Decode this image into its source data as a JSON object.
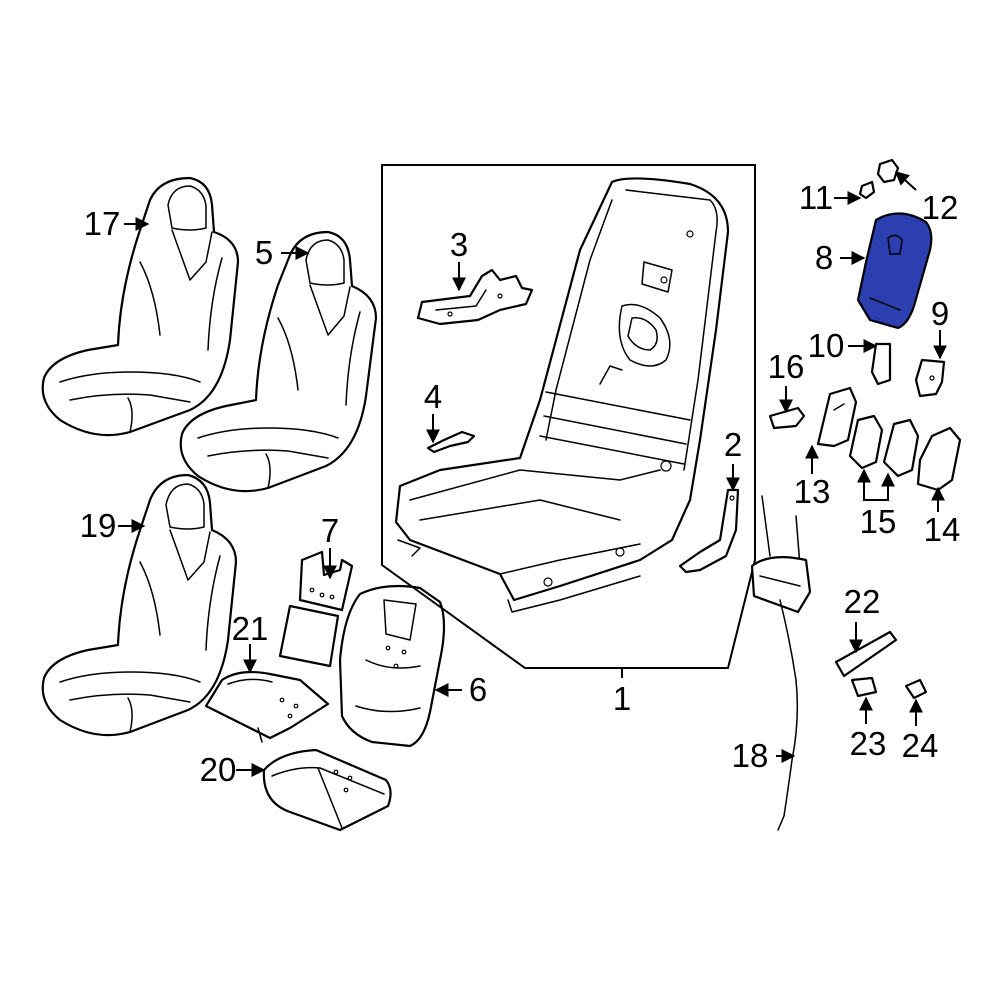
{
  "colors": {
    "highlight": "#2b3fb0",
    "line": "#000000",
    "background": "#ffffff"
  },
  "highlighted_part": "8",
  "callouts": {
    "c1": "1",
    "c2": "2",
    "c3": "3",
    "c4": "4",
    "c5": "5",
    "c6": "6",
    "c7": "7",
    "c8": "8",
    "c9": "9",
    "c10": "10",
    "c11": "11",
    "c12": "12",
    "c13": "13",
    "c14": "14",
    "c15": "15",
    "c16": "16",
    "c17": "17",
    "c18": "18",
    "c19": "19",
    "c20": "20",
    "c21": "21",
    "c22": "22",
    "c23": "23",
    "c24": "24"
  }
}
